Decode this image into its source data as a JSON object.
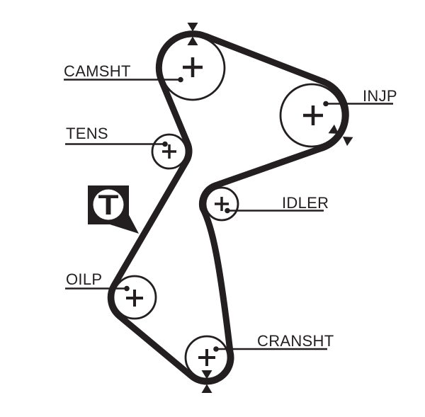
{
  "diagram": {
    "type": "timing-belt-routing-diagram",
    "background_color": "#ffffff",
    "ink_color": "#231f20",
    "belt": {
      "name": "timing-belt",
      "color": "#231f20"
    },
    "pulleys": [
      {
        "id": "camshaft",
        "label": "CAMSHT",
        "timing_mark": true
      },
      {
        "id": "injection-pump",
        "label": "INJP",
        "timing_mark": true
      },
      {
        "id": "tensioner",
        "label": "TENS",
        "timing_mark": false
      },
      {
        "id": "idler",
        "label": "IDLER",
        "timing_mark": false
      },
      {
        "id": "oil-pump",
        "label": "OILP",
        "timing_mark": false
      },
      {
        "id": "crankshaft",
        "label": "CRANSHT",
        "timing_mark": true
      }
    ],
    "tension_icon": {
      "letter": "T"
    }
  }
}
